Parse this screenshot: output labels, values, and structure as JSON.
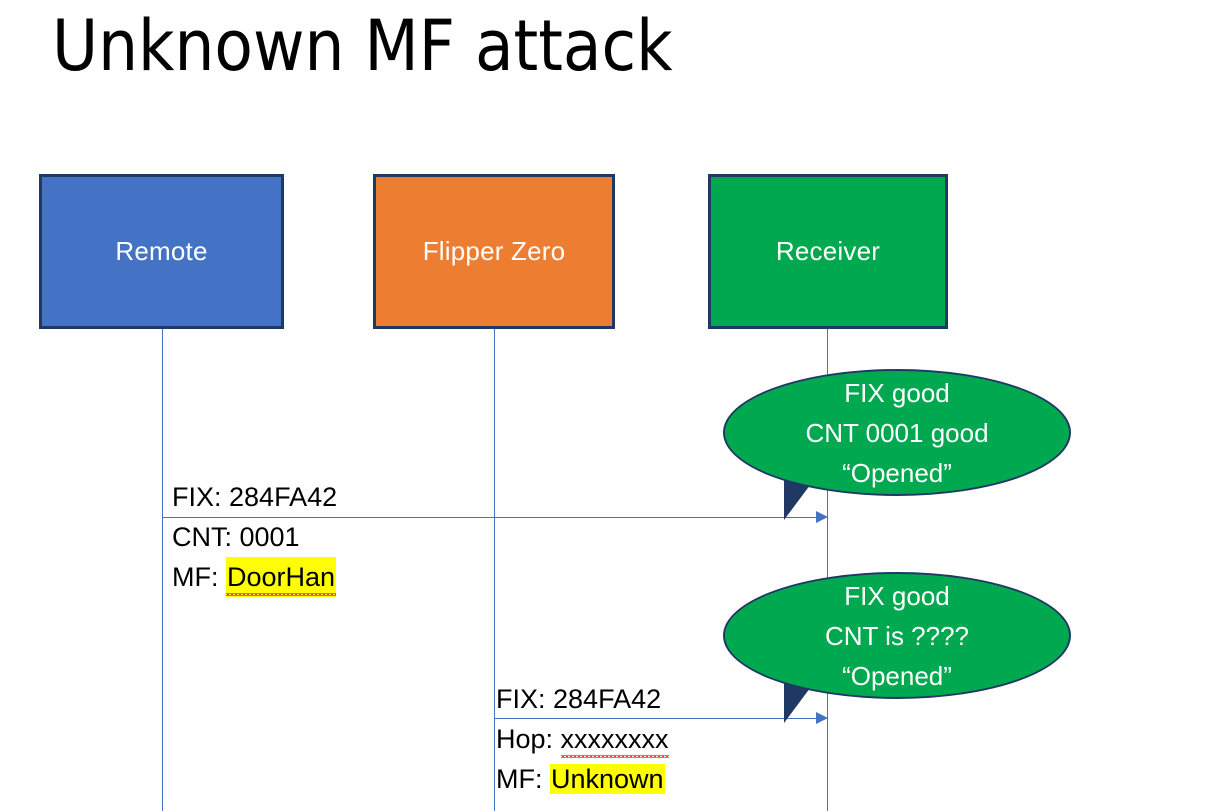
{
  "slide": {
    "title": "Unknown MF attack",
    "background": "#FFFFFF"
  },
  "colors": {
    "remote": "#4472C4",
    "flipper": "#ED7D31",
    "receiver": "#00A94F",
    "border": "#1F3864",
    "line": "#4472C4",
    "highlight": "#FFFF00",
    "spellcheck": "#E03C31",
    "text": "#000000",
    "box_text": "#FFFFFF"
  },
  "actors": [
    {
      "id": "remote",
      "label": "Remote"
    },
    {
      "id": "flipper",
      "label": "Flipper Zero"
    },
    {
      "id": "receiver",
      "label": "Receiver"
    }
  ],
  "messages": [
    {
      "id": "msg1",
      "from": "remote",
      "to": "receiver",
      "lines": [
        {
          "label": "FIX: ",
          "value": "284FA42",
          "highlighted": false,
          "spellcheck": false
        },
        {
          "label": "CNT: ",
          "value": "0001",
          "highlighted": false,
          "spellcheck": false
        },
        {
          "label": "MF: ",
          "value": "DoorHan",
          "highlighted": true,
          "spellcheck": true
        }
      ]
    },
    {
      "id": "msg2",
      "from": "flipper",
      "to": "receiver",
      "lines": [
        {
          "label": "FIX: ",
          "value": "284FA42",
          "highlighted": false,
          "spellcheck": false
        },
        {
          "label": "Hop: ",
          "value": "xxxxxxxx",
          "highlighted": false,
          "spellcheck": true
        },
        {
          "label": "MF: ",
          "value": "Unknown",
          "highlighted": true,
          "spellcheck": false
        }
      ]
    }
  ],
  "bubbles": [
    {
      "id": "bubble1",
      "owner": "receiver",
      "lines": [
        "FIX good",
        "CNT 0001 good",
        "“Opened”"
      ]
    },
    {
      "id": "bubble2",
      "owner": "receiver",
      "lines": [
        "FIX good",
        "CNT is ????",
        "“Opened”"
      ]
    }
  ]
}
